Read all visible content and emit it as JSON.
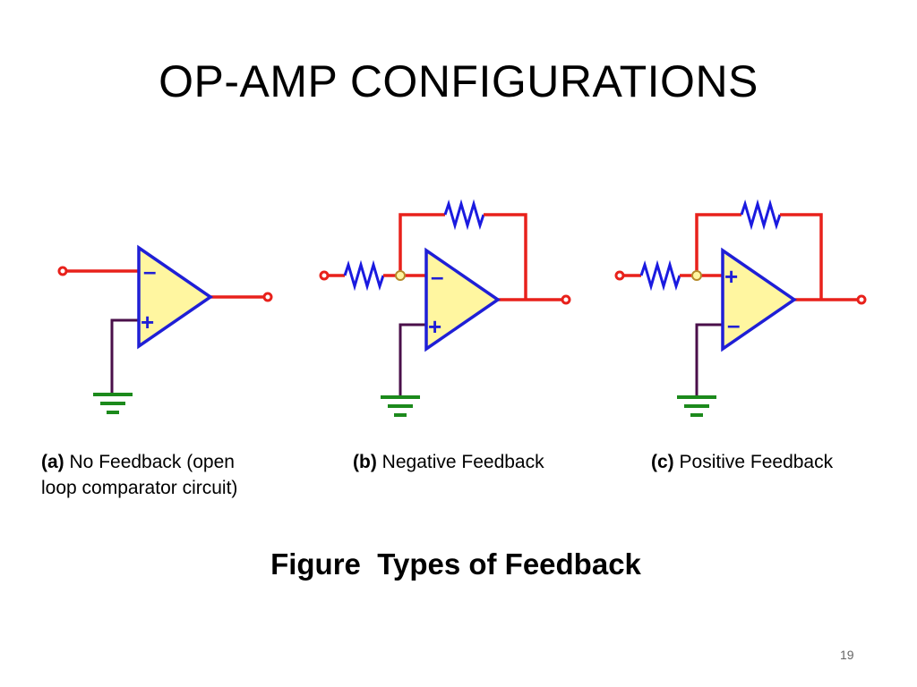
{
  "slide": {
    "title": "OP-AMP CONFIGURATIONS",
    "page_number": "19"
  },
  "circuits": [
    {
      "tag": "(a)",
      "label": "No Feedback (open",
      "label_line2": "loop comparator circuit)",
      "inverting_on_top": true,
      "feedback": false
    },
    {
      "tag": "(b)",
      "label": "Negative Feedback",
      "inverting_on_top": true,
      "feedback": true
    },
    {
      "tag": "(c)",
      "label": "Positive Feedback",
      "inverting_on_top": false,
      "feedback": true
    }
  ],
  "figure_caption": "Figure  Types of Feedback",
  "colors": {
    "wire": "#e8211b",
    "opamp_fill": "#fff6a0",
    "opamp_outline": "#1f1fd6",
    "resistor": "#1a1ae0",
    "ground": "#1c8a1c",
    "ground_wire": "#4a0f4a",
    "terminal_fill": "#ffffff",
    "junction_fill": "#fff6a0",
    "sign": "#1f1fd6"
  }
}
